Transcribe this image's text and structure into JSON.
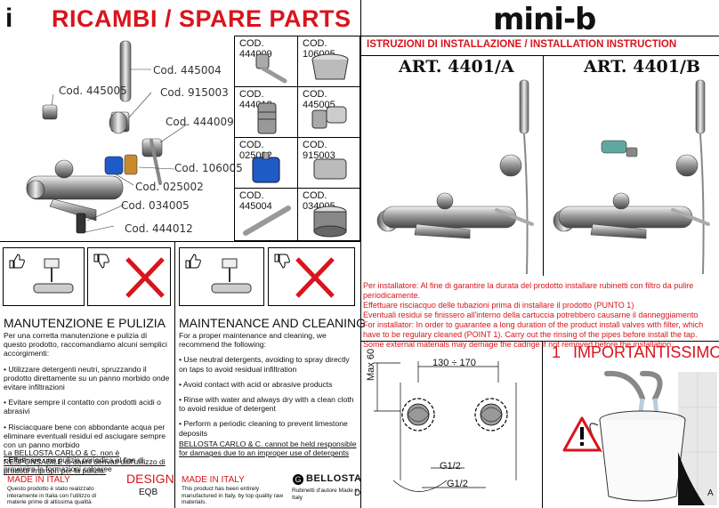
{
  "header": {
    "info_icon": "i",
    "title": "RICAMBI / SPARE PARTS",
    "brand": "mini-b",
    "install_title": "ISTRUZIONI DI INSTALLAZIONE / INSTALLATION INSTRUCTION",
    "art_a": "ART. 4401/A",
    "art_b": "ART. 4401/B"
  },
  "callouts": [
    "Cod. 445004",
    "Cod. 445005",
    "Cod. 915003",
    "Cod. 444009",
    "Cod. 106005",
    "Cod. 025002",
    "Cod. 034005",
    "Cod. 444012"
  ],
  "parts": [
    {
      "code": "COD. 444009"
    },
    {
      "code": "COD. 106005"
    },
    {
      "code": "COD. 444012"
    },
    {
      "code": "COD. 445005"
    },
    {
      "code": "COD. 025002"
    },
    {
      "code": "COD. 915003"
    },
    {
      "code": "COD. 445004"
    },
    {
      "code": "COD. 034005"
    }
  ],
  "maintenance_it": {
    "title": "MANUTENZIONE E PULIZIA",
    "intro": "Per una corretta manutenzione e pulizia di questo prodotto, raccomandiamo alcuni semplici accorgimenti:",
    "items": [
      "• Utilizzare detergenti neutri, spruzzando il prodotto direttamente su un panno morbido onde evitare infiltrazioni",
      "• Evitare sempre il contatto con prodotti acidi o abrasivi",
      "• Risciacquare bene con abbondante acqua per eliminare eventuali residui ed asciugare sempre con un panno morbido",
      "• Effettuare una pulizia periodica al fine di prevenire le formazioni calcaree"
    ],
    "disclaimer": "La BELLOSTA CARLO & C. non è RESPONSABILE di danni derivati dall'utilizzo di prodotti impropri per la pulizia."
  },
  "maintenance_en": {
    "title": "MAINTENANCE AND CLEANING",
    "intro": "For a proper maintenance and cleaning, we recommend the following:",
    "items": [
      "• Use neutral detergents, avoiding to spray directly on taps to avoid residual infiltration",
      "• Avoid contact with acid or abrasive products",
      "• Rinse with water and always dry with a clean cloth to avoid residue of detergent",
      "• Perform a periodic cleaning to prevent limestone deposits"
    ],
    "disclaimer": "BELLOSTA CARLO & C. cannot be held responsible for damages due to an improper use of detergents"
  },
  "footer": {
    "made_it": "MADE IN ITALY",
    "made_it_text": "Questo prodotto è stato realizzato interamente in Italia con l'utilizzo di materie prime di altissima qualità",
    "design": "DESIGN",
    "design_sub": "EQB",
    "made_en": "MADE IN ITALY",
    "made_en_text": "This product has been entirely manufactured in Italy, by top quality raw materials.",
    "bellosta": "BELLOSTA",
    "bellosta_sub": "Rubinetti d'autore Made in Italy",
    "page_left": "D",
    "page_right": "A"
  },
  "install_notes": [
    "Per installatore: Al fine di garantire la durata del prodotto installare rubinetti con filtro da pulire periodicamente.",
    "Effettuare risciacquo delle tubazioni prima di installare il prodotto (PUNTO 1)",
    "Eventuali residui se finissero all'interno della cartuccia potrebbero causarne il danneggiamento",
    "For installator: In order to guarantee a long duration of the product install valves with filter, which have to be regulary cleaned (POINT 1). Carry out the rinsing of the pipes before install the tap.",
    "Some external materials may demage the cadrige if not removed before the  installation."
  ],
  "diagram": {
    "dim_max": "Max 60",
    "dim_range": "130 ÷ 170",
    "thread_1": "G1/2",
    "thread_2": "G1/2"
  },
  "important": {
    "number": "1",
    "label": "IMPORTANTISSIMO"
  },
  "colors": {
    "accent": "#d9141c",
    "line": "#000000"
  }
}
